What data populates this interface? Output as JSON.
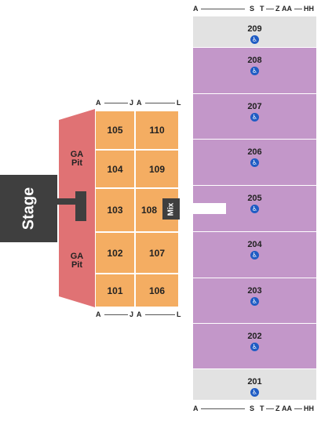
{
  "stage": {
    "label": "Stage"
  },
  "ga_pit": {
    "top_label": "GA\nPit",
    "bottom_label": "GA\nPit"
  },
  "mix": {
    "label": "Mix"
  },
  "floor_rows": {
    "left": {
      "first": "A",
      "last": "J"
    },
    "right": {
      "first": "A",
      "last": "L"
    }
  },
  "upper_rows": {
    "start": "A",
    "mid1": "S",
    "mid2": "T",
    "mid3": "Z",
    "mid4": "AA",
    "end": "HH"
  },
  "floor_sections": {
    "left": [
      "105",
      "104",
      "103",
      "102",
      "101"
    ],
    "right": [
      "110",
      "109",
      "108",
      "107",
      "106"
    ]
  },
  "upper_sections": [
    {
      "id": "209",
      "accessible": true,
      "color": "#e2e2e2"
    },
    {
      "id": "208",
      "accessible": true,
      "color": "#c397c9"
    },
    {
      "id": "207",
      "accessible": true,
      "color": "#c397c9"
    },
    {
      "id": "206",
      "accessible": true,
      "color": "#c397c9"
    },
    {
      "id": "205",
      "accessible": true,
      "color": "#c397c9"
    },
    {
      "id": "204",
      "accessible": true,
      "color": "#c397c9"
    },
    {
      "id": "203",
      "accessible": true,
      "color": "#c397c9"
    },
    {
      "id": "202",
      "accessible": true,
      "color": "#c397c9"
    },
    {
      "id": "201",
      "accessible": true,
      "color": "#e2e2e2"
    }
  ],
  "colors": {
    "floor": "#f4ad62",
    "ga_pit": "#e07274",
    "stage": "#3f3f3f",
    "accessible": "#1f5cc4"
  },
  "icons": {
    "accessible": "wheelchair-icon"
  }
}
